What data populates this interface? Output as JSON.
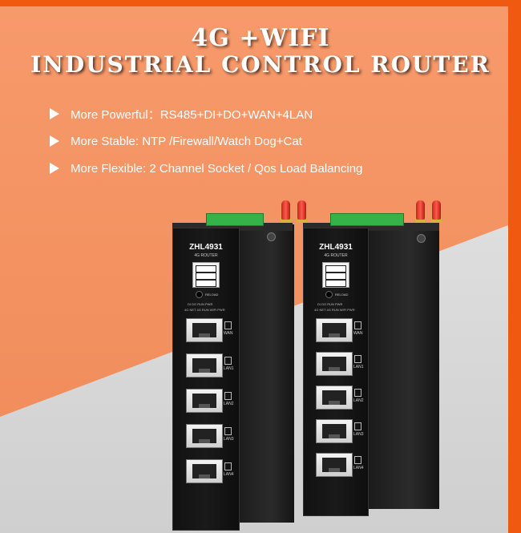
{
  "header": {
    "title_line1": "4G +WIFI",
    "title_line2": "INDUSTRIAL CONTROL ROUTER"
  },
  "features": [
    {
      "text": "More Powerful：RS485+DI+DO+WAN+4LAN"
    },
    {
      "text": "More Stable: NTP  /Firewall/Watch Dog+Cat"
    },
    {
      "text": "More Flexible: 2 Channel Socket / Qos Load Balancing"
    }
  ],
  "devices": [
    {
      "model": "ZHL4931",
      "type": "4G ROUTER",
      "reload_label": "RELOAD",
      "led_top": "DI   DO   RUN  PWR",
      "led_bottom": "4G  NET  4G  RUN  WIFI  PWR",
      "ports": [
        "WAN",
        "LAN1",
        "LAN2",
        "LAN3",
        "LAN4"
      ]
    },
    {
      "model": "ZHL4931",
      "type": "4G ROUTER",
      "reload_label": "RELOAD",
      "led_top": "DI   DO   RUN  PWR",
      "led_bottom": "4G  NET  4G  RUN  WIFI  PWR",
      "ports": [
        "WAN",
        "LAN1",
        "LAN2",
        "LAN3",
        "LAN4"
      ]
    }
  ],
  "colors": {
    "background_orange": "#f39466",
    "accent_orange": "#f05a10",
    "floor_gray": "#d8d8d8",
    "terminal_green": "#35b34a",
    "antenna_red": "#e0362a"
  }
}
